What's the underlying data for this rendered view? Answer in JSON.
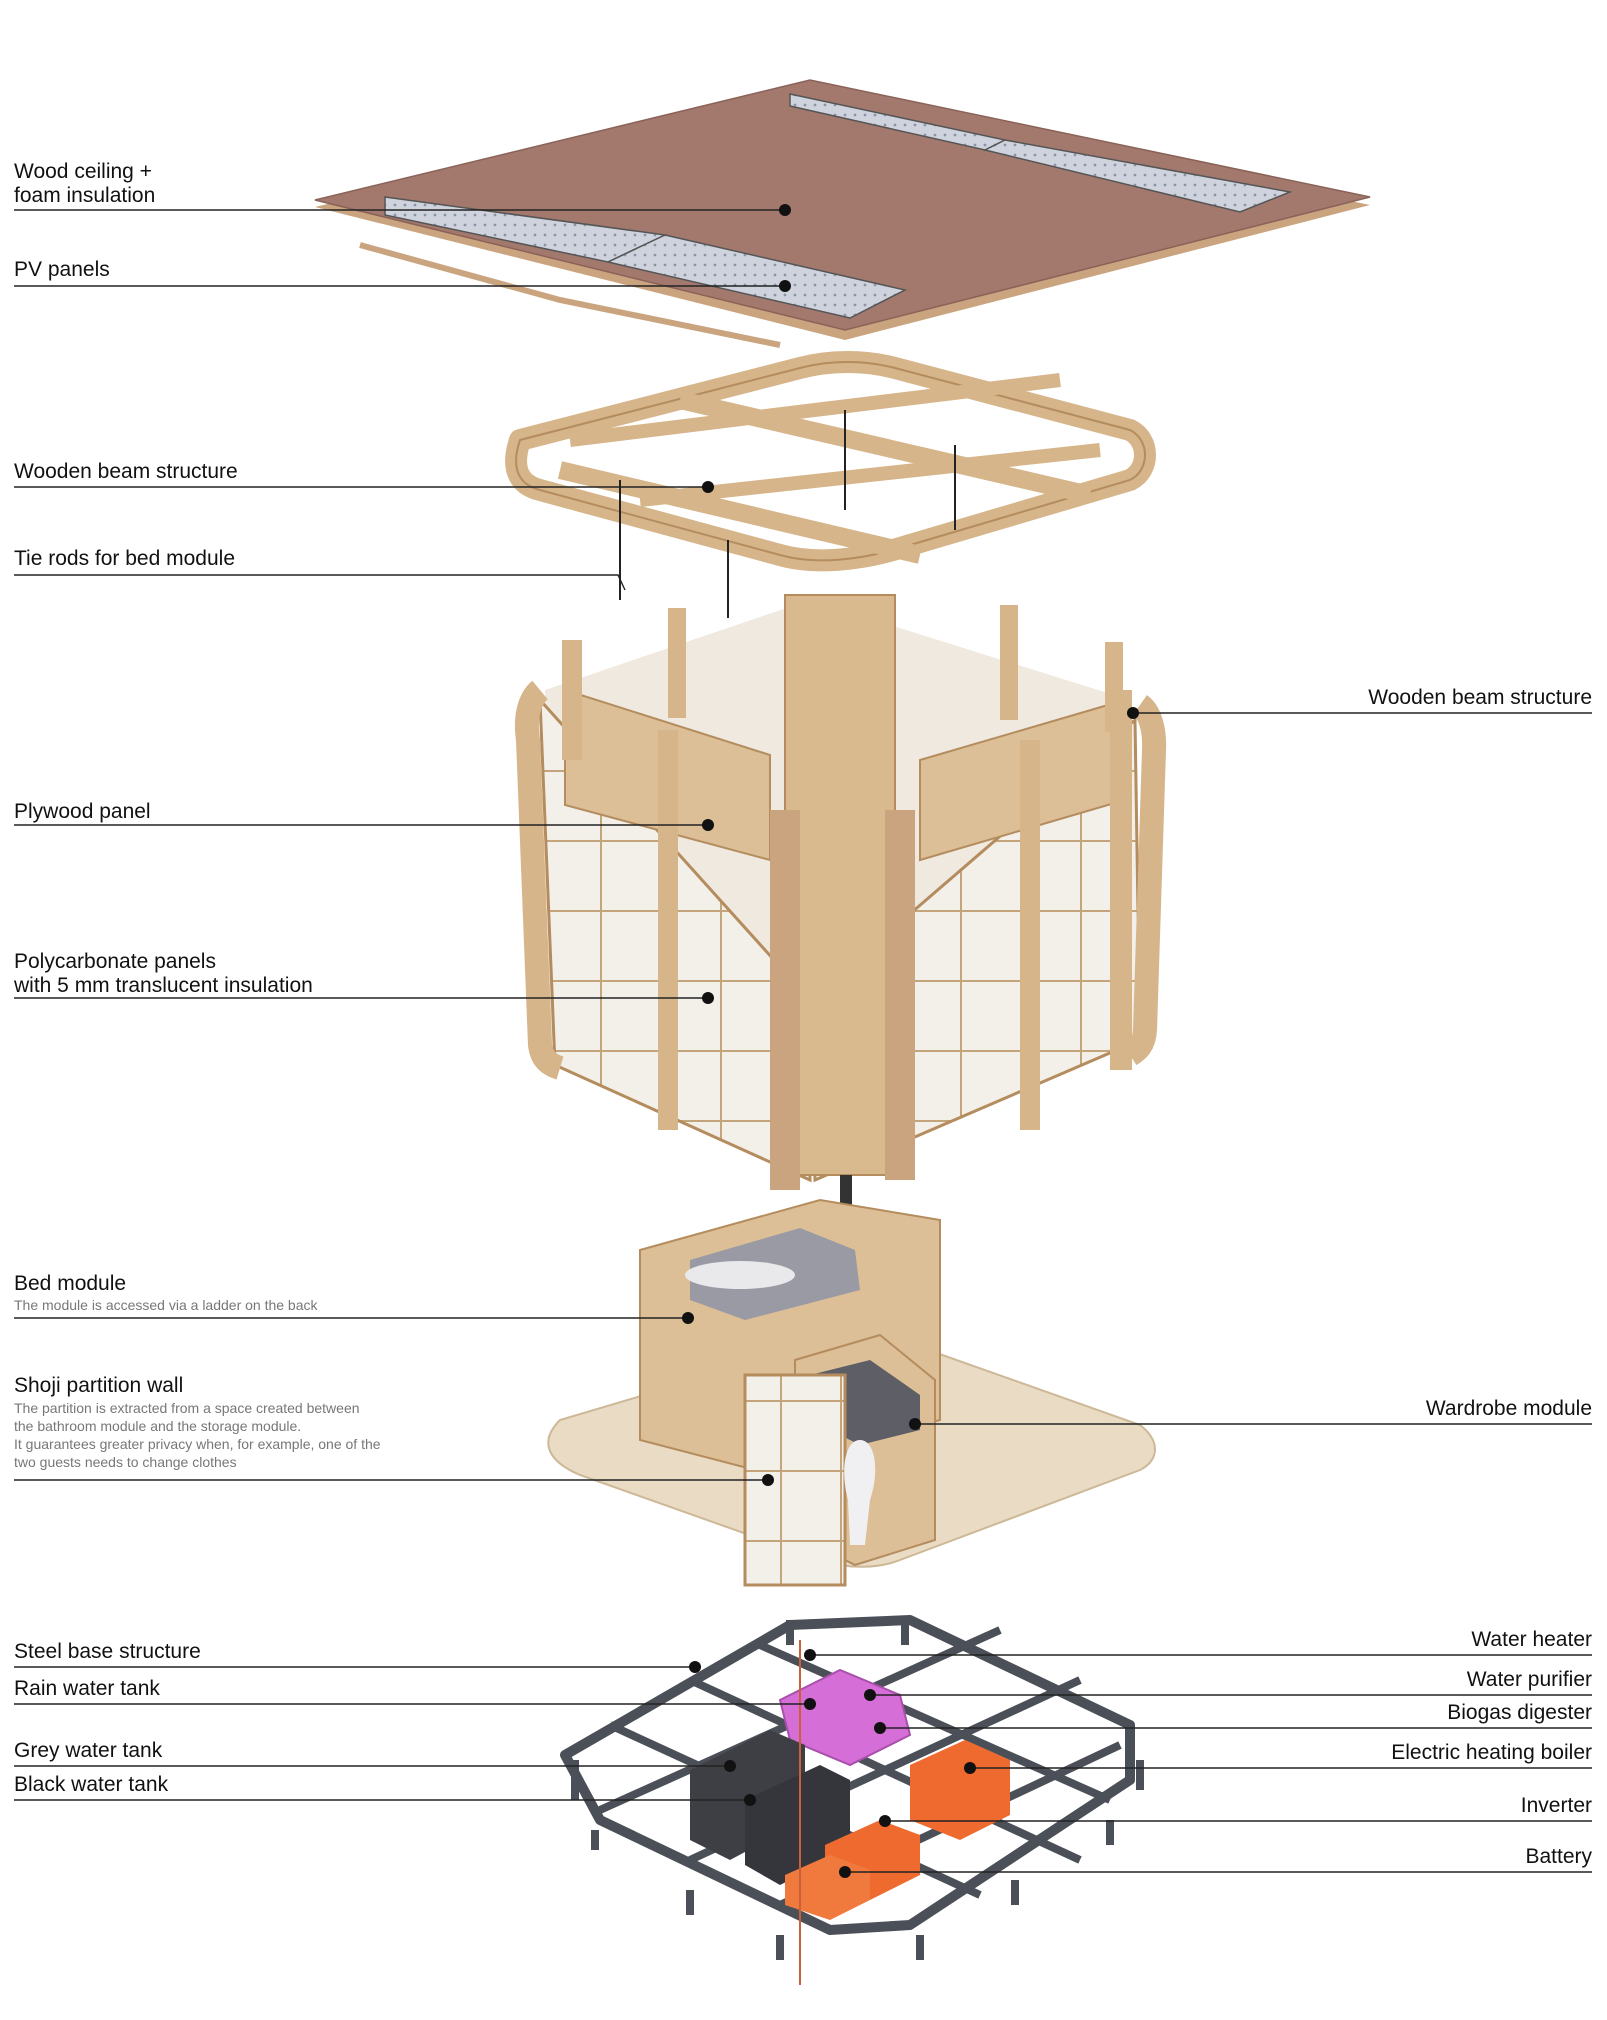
{
  "labels": {
    "wood_ceiling": "Wood ceiling +\nfoam insulation",
    "pv_panels": "PV panels",
    "beam_top": "Wooden beam structure",
    "tie_rods": "Tie rods for bed module",
    "beam_right": "Wooden beam structure",
    "plywood": "Plywood panel",
    "polycarbonate": "Polycarbonate panels\nwith 5 mm translucent insulation",
    "bed_module": "Bed module",
    "bed_module_note": "The module is accessed via a ladder on the back",
    "shoji": "Shoji partition wall",
    "shoji_note": "The partition is extracted from a space created between\nthe bathroom module and the storage module.\nIt guarantees greater privacy when, for example, one of the\ntwo guests needs to change clothes",
    "wardrobe": "Wardrobe module",
    "steel_base": "Steel base structure",
    "rain_tank": "Rain water tank",
    "grey_tank": "Grey water tank",
    "black_tank": "Black water tank",
    "water_heater": "Water heater",
    "water_purifier": "Water purifier",
    "biogas": "Biogas digester",
    "boiler": "Electric heating boiler",
    "inverter": "Inverter",
    "battery": "Battery"
  },
  "colors": {
    "roof": "#a3796e",
    "roof_edge": "#c9a47f",
    "pv": "#c9cdd8",
    "wood": "#d9b98e",
    "wood_dark": "#b48c5e",
    "glass": "#f4f1ec",
    "floor": "#eadbc4",
    "steel": "#4b5058",
    "purifier": "#d66ed8",
    "boiler": "#ee6a2f",
    "tank": "#3e3f45",
    "line": "#222222"
  }
}
